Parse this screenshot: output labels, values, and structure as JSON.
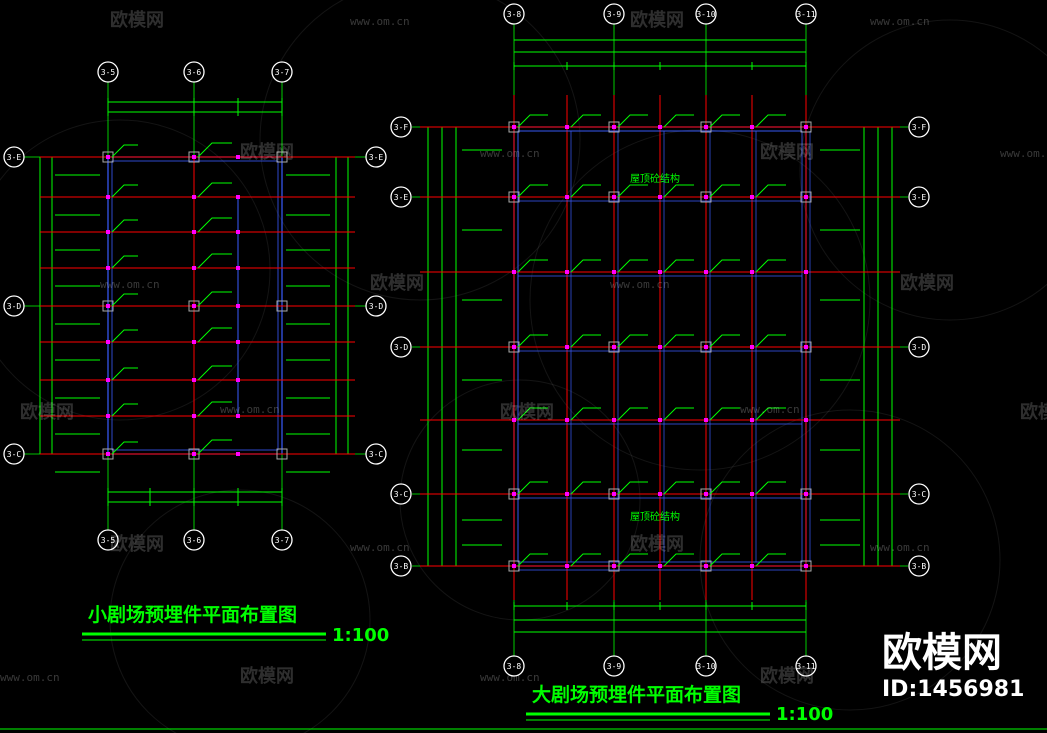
{
  "small_plan": {
    "title": "小剧场预埋件平面布置图",
    "scale": "1:100",
    "axes_top": [
      "3-5",
      "3-6",
      "3-7"
    ],
    "axes_bottom": [
      "3-5",
      "3-6",
      "3-7"
    ],
    "axes_left": [
      "3-E",
      "3-D",
      "3-C"
    ],
    "axes_right": [
      "3-E",
      "3-D",
      "3-C"
    ]
  },
  "large_plan": {
    "title": "大剧场预埋件平面布置图",
    "scale": "1:100",
    "axes_top": [
      "3-8",
      "3-9",
      "3-10",
      "3-11"
    ],
    "axes_bottom": [
      "3-8",
      "3-9",
      "3-10",
      "3-11"
    ],
    "axes_left": [
      "3-F",
      "3-E",
      "3-D",
      "3-C",
      "3-B"
    ],
    "axes_right": [
      "3-F",
      "3-E",
      "3-D",
      "3-C",
      "3-B"
    ],
    "roof_label_top": "屋顶砼结构",
    "roof_label_bottom": "屋顶砼结构"
  },
  "watermark": {
    "brand": "欧模网",
    "url": "www.om.cn",
    "id": "ID:1456981"
  },
  "colors": {
    "background": "#000000",
    "dimension": "#00ff00",
    "beam": "#ff0000",
    "embed": "#ff00ff",
    "outline": "#3a5cff"
  }
}
